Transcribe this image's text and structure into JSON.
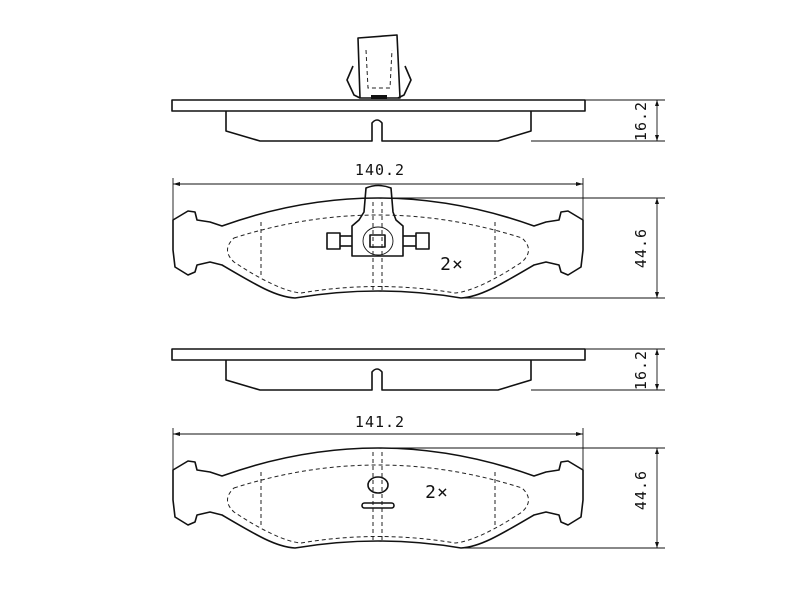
{
  "drawing": {
    "upper_pad": {
      "thickness_label": "16.2",
      "width_label": "140.2",
      "height_label": "44.6",
      "quantity_label": "2×"
    },
    "lower_pad": {
      "thickness_label": "16.2",
      "width_label": "141.2",
      "height_label": "44.6",
      "quantity_label": "2×"
    },
    "line_color": "#111111"
  }
}
